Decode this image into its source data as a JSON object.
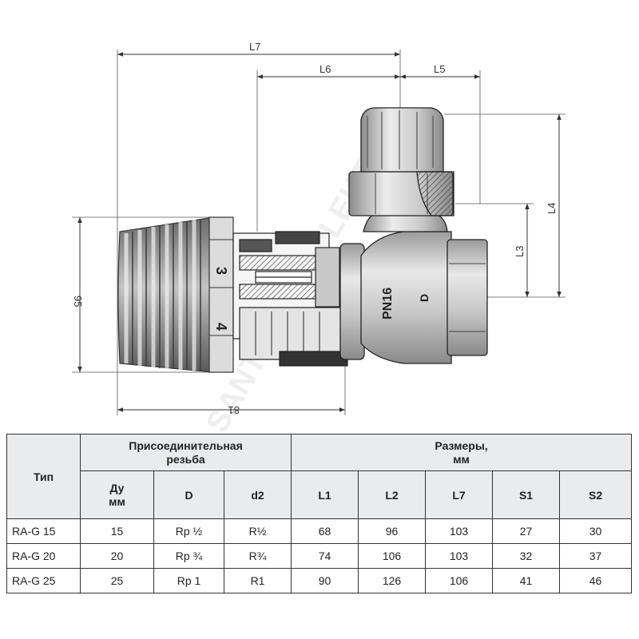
{
  "drawing": {
    "dimensions": {
      "L7": "L7",
      "L6": "L6",
      "L5": "L5",
      "L4": "L4",
      "L3": "L3",
      "height": "95",
      "width": "81"
    },
    "knob_scale": [
      "3",
      "4"
    ],
    "body_marks": [
      "PN16",
      "D"
    ],
    "watermark": "SANTEXCOMPLEKT"
  },
  "table": {
    "headers": {
      "type": "Тип",
      "thread_group": "Присоединительная резьба",
      "size_group": "Размеры, мм",
      "dy": "Ду мм",
      "d_upper": "D",
      "d2": "d2",
      "l1": "L1",
      "l2": "L2",
      "l7": "L7",
      "s1": "S1",
      "s2": "S2"
    },
    "rows": [
      {
        "type": "RA-G 15",
        "dy": "15",
        "d": "Rp ½",
        "d2": "R½",
        "l1": "68",
        "l2": "96",
        "l7": "103",
        "s1": "27",
        "s2": "30"
      },
      {
        "type": "RA-G 20",
        "dy": "20",
        "d": "Rp ¾",
        "d2": "R¾",
        "l1": "74",
        "l2": "106",
        "l7": "103",
        "s1": "32",
        "s2": "37"
      },
      {
        "type": "RA-G 25",
        "dy": "25",
        "d": "Rp 1",
        "d2": "R1",
        "l1": "90",
        "l2": "126",
        "l7": "106",
        "s1": "41",
        "s2": "46"
      }
    ]
  }
}
